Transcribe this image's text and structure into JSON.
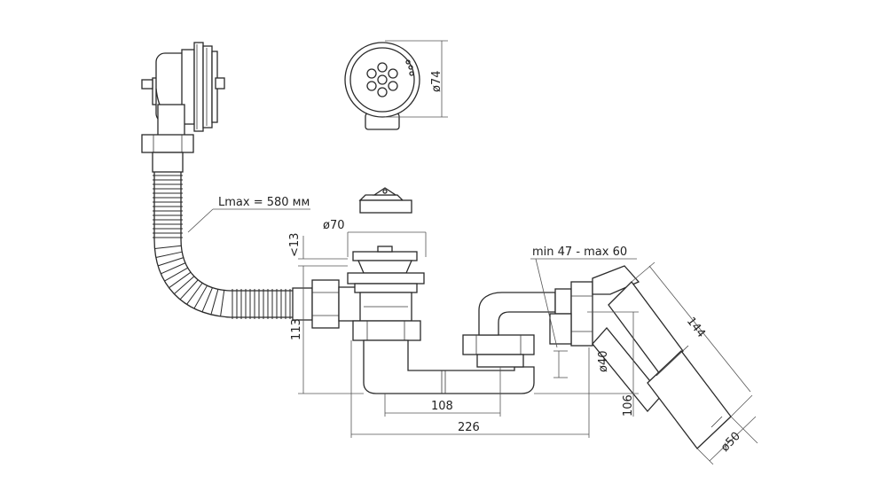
{
  "labels": {
    "hose_length": "Lmax = 580 мм",
    "grate_diameter": "ø74",
    "plug_diameter": "ø70",
    "plug_height": "<13",
    "height_113": "113",
    "adjust_range": "min 47 - max 60",
    "width_108": "108",
    "width_226": "226",
    "pipe_diameter_40": "ø40",
    "height_106": "106",
    "outlet_length": "144",
    "outlet_diameter": "ø50"
  }
}
